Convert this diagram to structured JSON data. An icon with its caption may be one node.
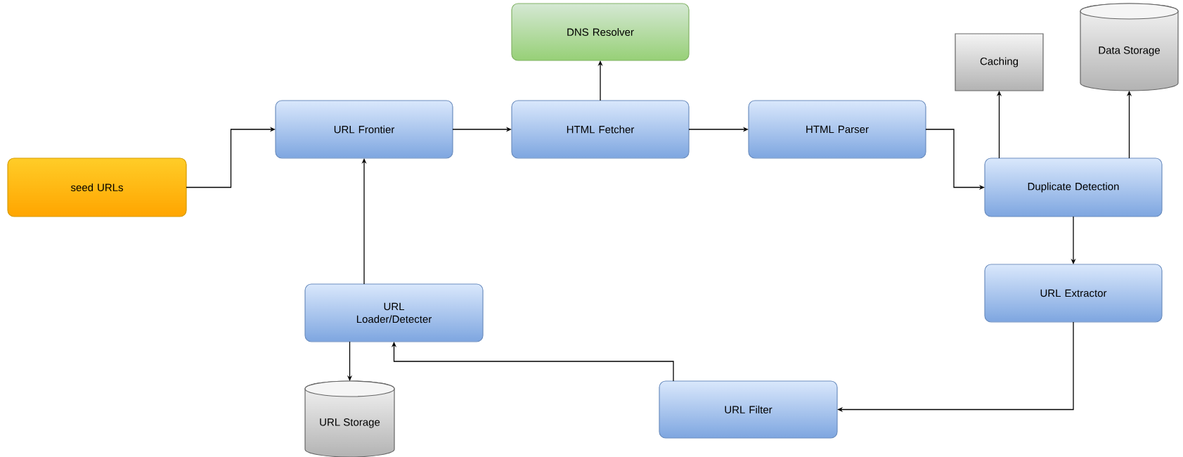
{
  "diagram": {
    "nodes": [
      {
        "text": [
          "seed URLs"
        ]
      },
      {
        "text": [
          "URL Frontier"
        ]
      },
      {
        "text": [
          "DNS Resolver"
        ]
      },
      {
        "text": [
          "HTML Fetcher"
        ]
      },
      {
        "text": [
          "HTML Parser"
        ]
      },
      {
        "text": [
          "Caching"
        ]
      },
      {
        "text": [
          "Data Storage"
        ]
      },
      {
        "text": [
          "Duplicate Detection"
        ]
      },
      {
        "text": [
          "URL Extractor"
        ]
      },
      {
        "text": [
          "URL Loader/Detecter"
        ]
      },
      {
        "text": [
          "URL Storage"
        ]
      },
      {
        "text": [
          "URL Filter"
        ]
      }
    ],
    "edges": [
      {
        "from": 0,
        "to": 1,
        "arrow": "to"
      },
      {
        "from": 1,
        "to": 3,
        "arrow": "to"
      },
      {
        "from": 3,
        "to": 2,
        "arrow": "to"
      },
      {
        "from": 3,
        "to": 4,
        "arrow": "to"
      },
      {
        "from": 4,
        "to": 7,
        "arrow": "to"
      },
      {
        "from": 7,
        "to": 5,
        "arrow": "to"
      },
      {
        "from": 7,
        "to": 6,
        "arrow": "to"
      },
      {
        "from": 7,
        "to": 8,
        "arrow": "to"
      },
      {
        "from": 8,
        "to": 11,
        "arrow": "to"
      },
      {
        "from": 11,
        "to": 9,
        "arrow": "to"
      },
      {
        "from": 9,
        "to": 1,
        "arrow": "to"
      },
      {
        "from": 9,
        "to": 10,
        "arrow": "to"
      }
    ]
  }
}
